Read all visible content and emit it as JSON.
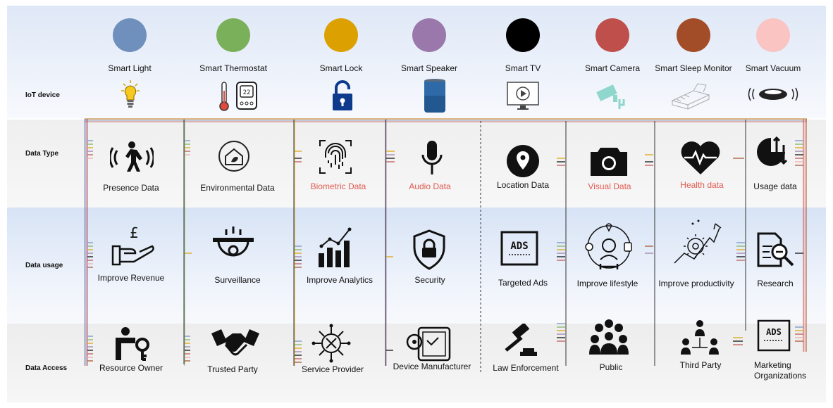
{
  "row_labels": {
    "iot_device": "IoT device",
    "data_type": "Data Type",
    "data_usage": "Data usage",
    "data_access": "Data Access"
  },
  "devices": [
    {
      "label": "Smart Light",
      "color": "#6f8fbd",
      "icon": "lightbulb-icon"
    },
    {
      "label": "Smart Thermostat",
      "color": "#7ab05a",
      "icon": "thermostat-icon"
    },
    {
      "label": "Smart Lock",
      "color": "#dca000",
      "icon": "padlock-icon"
    },
    {
      "label": "Smart Speaker",
      "color": "#9a78ac",
      "icon": "speaker-icon"
    },
    {
      "label": "Smart TV",
      "color": "#000000",
      "icon": "tv-icon"
    },
    {
      "label": "Smart Camera",
      "color": "#bf4f4a",
      "icon": "security-camera-icon"
    },
    {
      "label": "Smart Sleep Monitor",
      "color": "#a34d28",
      "icon": "sleep-monitor-icon"
    },
    {
      "label": "Smart Vacuum",
      "color": "#f9c4c2",
      "icon": "robot-vacuum-icon"
    }
  ],
  "data_types": [
    {
      "label": "Presence Data",
      "sensitive": false,
      "icon": "walking-person-icon"
    },
    {
      "label": "Environmental Data",
      "sensitive": false,
      "icon": "eco-home-icon"
    },
    {
      "label": "Biometric Data",
      "sensitive": true,
      "icon": "fingerprint-icon"
    },
    {
      "label": "Audio Data",
      "sensitive": true,
      "icon": "microphone-icon"
    },
    {
      "label": "Location Data",
      "sensitive": false,
      "icon": "location-pin-icon"
    },
    {
      "label": "Visual Data",
      "sensitive": true,
      "icon": "camera-icon"
    },
    {
      "label": "Health data",
      "sensitive": true,
      "icon": "heart-pulse-icon"
    },
    {
      "label": "Usage data",
      "sensitive": false,
      "icon": "usage-chart-icon"
    }
  ],
  "data_usages": [
    {
      "label": "Improve Revenue",
      "icon": "pound-hand-icon"
    },
    {
      "label": "Surveillance",
      "icon": "dome-camera-icon"
    },
    {
      "label": "Improve Analytics",
      "icon": "bar-chart-icon"
    },
    {
      "label": "Security",
      "icon": "shield-lock-icon"
    },
    {
      "label": "Targeted Ads",
      "icon": "ads-icon"
    },
    {
      "label": "Improve lifestyle",
      "icon": "lifestyle-icon"
    },
    {
      "label": "Improve productivity",
      "icon": "productivity-icon"
    },
    {
      "label": "Research",
      "icon": "research-icon"
    }
  ],
  "data_access": [
    {
      "label": "Resource Owner",
      "icon": "owner-key-icon"
    },
    {
      "label": "Trusted Party",
      "icon": "handshake-icon"
    },
    {
      "label": "Service Provider",
      "icon": "service-gear-icon"
    },
    {
      "label": "Device Manufacturer",
      "icon": "tablet-gear-icon"
    },
    {
      "label": "Law Enforcement",
      "icon": "gavel-icon"
    },
    {
      "label": "Public",
      "icon": "crowd-icon"
    },
    {
      "label": "Third Party",
      "icon": "network-people-icon"
    },
    {
      "label": "Marketing Organizations",
      "icon": "ads-doc-icon"
    }
  ],
  "colors": {
    "sensitive_text": "#e05a4f",
    "band_blue": "#dde7f6",
    "band_gray": "#efefef"
  }
}
